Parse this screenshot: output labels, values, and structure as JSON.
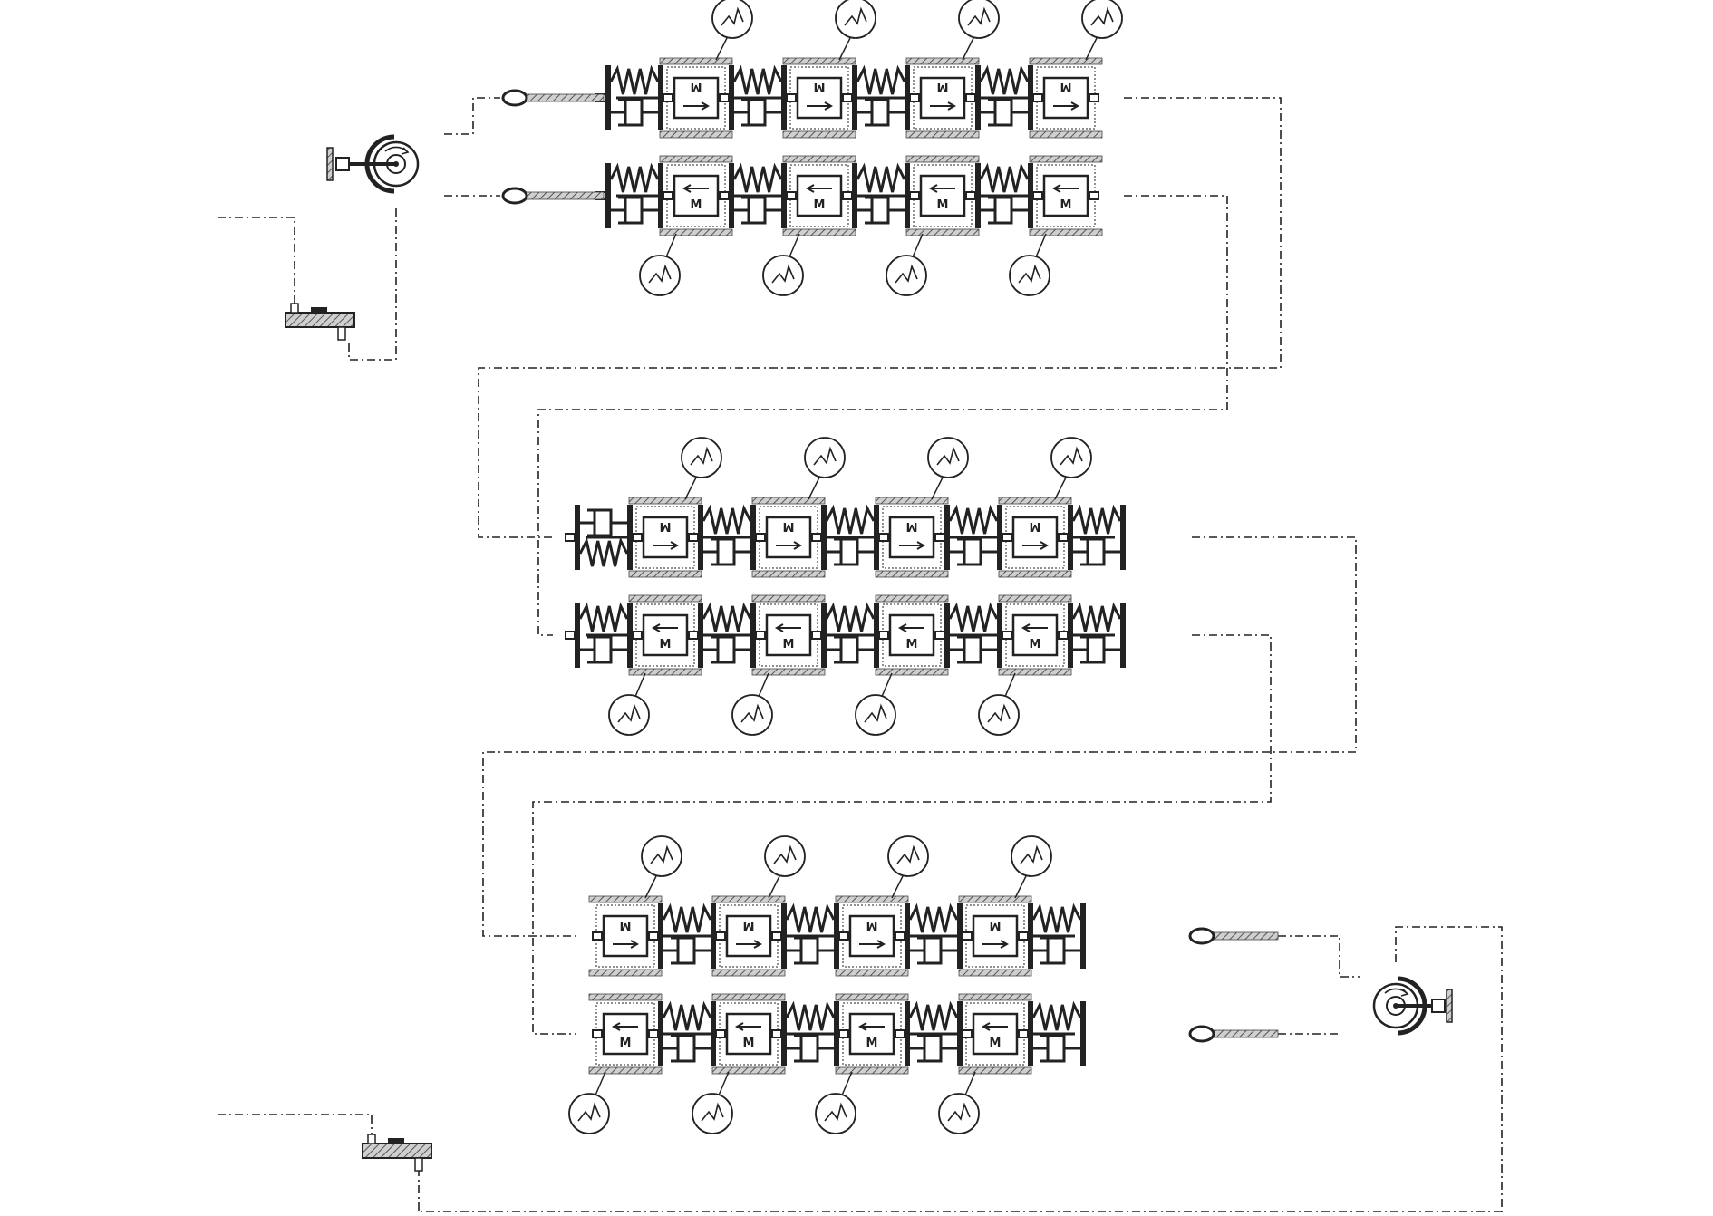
{
  "diagram": {
    "mass_label": "M",
    "line_color": "#222222",
    "hatch_color": "#666666",
    "rows_per_group": 2,
    "groups": [
      {
        "name": "group-1",
        "masses_per_row": 4,
        "left_drive": true
      },
      {
        "name": "group-2",
        "masses_per_row": 4
      },
      {
        "name": "group-3",
        "masses_per_row": 4,
        "right_drive": true
      }
    ]
  }
}
